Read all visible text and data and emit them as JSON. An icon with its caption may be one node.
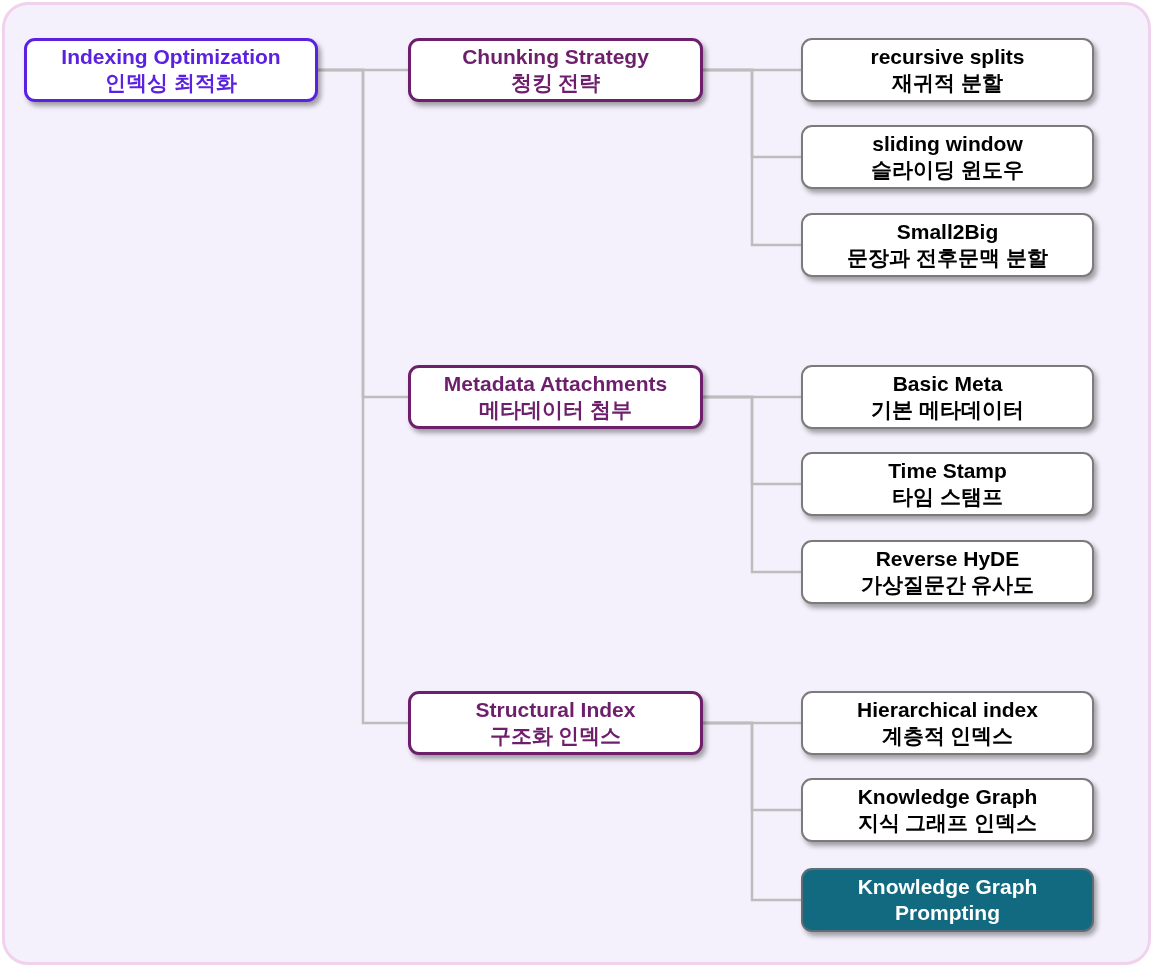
{
  "diagram": {
    "nodes": [
      {
        "text": [
          "Indexing Optimization",
          "인덱싱 최적화"
        ]
      },
      {
        "text": [
          "Chunking Strategy",
          "청킹 전략"
        ]
      },
      {
        "text": [
          "recursive splits",
          "재귀적 분할"
        ]
      },
      {
        "text": [
          "sliding window",
          "슬라이딩 윈도우"
        ]
      },
      {
        "text": [
          "Small2Big",
          "문장과 전후문맥 분할"
        ]
      },
      {
        "text": [
          "Metadata Attachments",
          "메타데이터 첨부"
        ]
      },
      {
        "text": [
          "Basic Meta",
          "기본 메타데이터"
        ]
      },
      {
        "text": [
          "Time Stamp",
          "타임 스탬프"
        ]
      },
      {
        "text": [
          "Reverse HyDE",
          "가상질문간 유사도"
        ]
      },
      {
        "text": [
          "Structural Index",
          "구조화 인덱스"
        ]
      },
      {
        "text": [
          "Hierarchical index",
          "계층적 인덱스"
        ]
      },
      {
        "text": [
          "Knowledge Graph",
          "지식 그래프 인덱스"
        ]
      },
      {
        "text": [
          "Knowledge Graph Prompting"
        ]
      }
    ],
    "edges": [
      {
        "from": 0,
        "to": 1,
        "arrow": "none"
      },
      {
        "from": 0,
        "to": 5,
        "arrow": "none"
      },
      {
        "from": 0,
        "to": 9,
        "arrow": "none"
      },
      {
        "from": 1,
        "to": 2,
        "arrow": "none"
      },
      {
        "from": 1,
        "to": 3,
        "arrow": "none"
      },
      {
        "from": 1,
        "to": 4,
        "arrow": "none"
      },
      {
        "from": 5,
        "to": 6,
        "arrow": "none"
      },
      {
        "from": 5,
        "to": 7,
        "arrow": "none"
      },
      {
        "from": 5,
        "to": 8,
        "arrow": "none"
      },
      {
        "from": 9,
        "to": 10,
        "arrow": "none"
      },
      {
        "from": 9,
        "to": 11,
        "arrow": "none"
      },
      {
        "from": 9,
        "to": 12,
        "arrow": "none"
      }
    ]
  }
}
